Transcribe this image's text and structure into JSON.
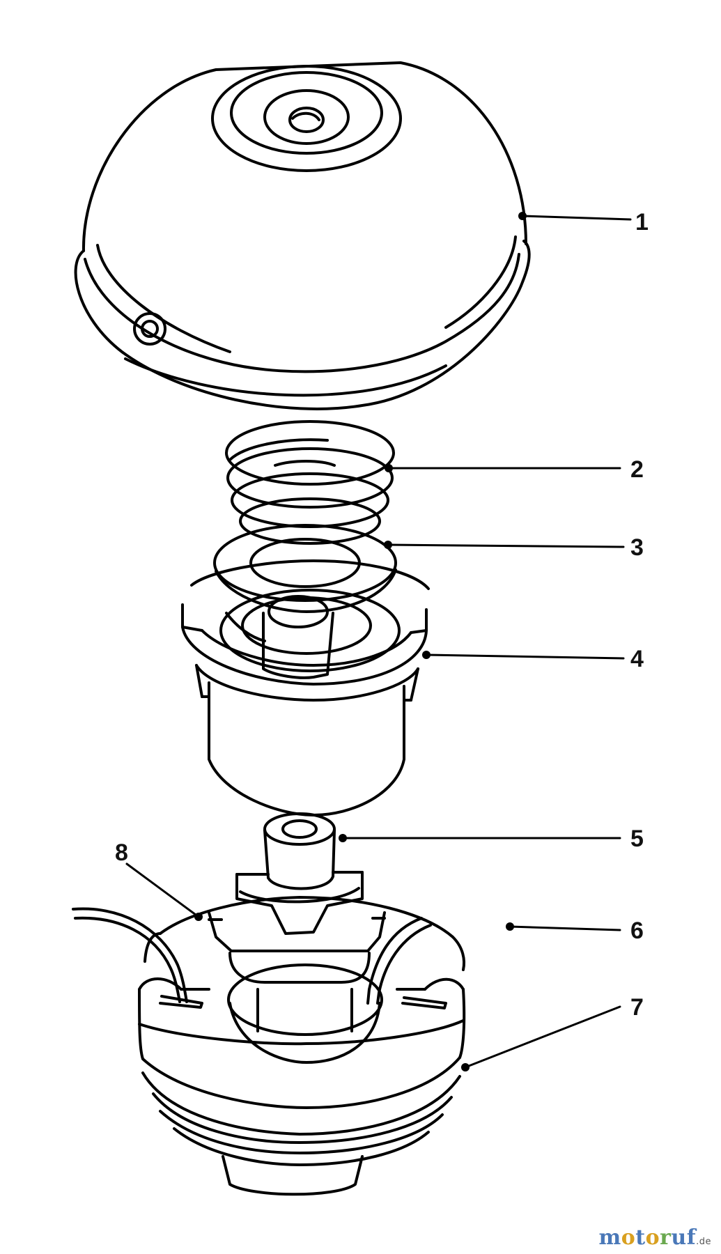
{
  "callouts": [
    {
      "id": "1",
      "label": "1"
    },
    {
      "id": "2",
      "label": "2"
    },
    {
      "id": "3",
      "label": "3"
    },
    {
      "id": "4",
      "label": "4"
    },
    {
      "id": "5",
      "label": "5"
    },
    {
      "id": "6",
      "label": "6"
    },
    {
      "id": "7",
      "label": "7"
    },
    {
      "id": "8",
      "label": "8"
    }
  ],
  "watermark": {
    "mark": "motoruf",
    "tld": ".de",
    "colors": {
      "m": "#4a78b8",
      "o": "#d9a020",
      "t": "#4a78b8",
      "r": "#6aa84f"
    }
  }
}
